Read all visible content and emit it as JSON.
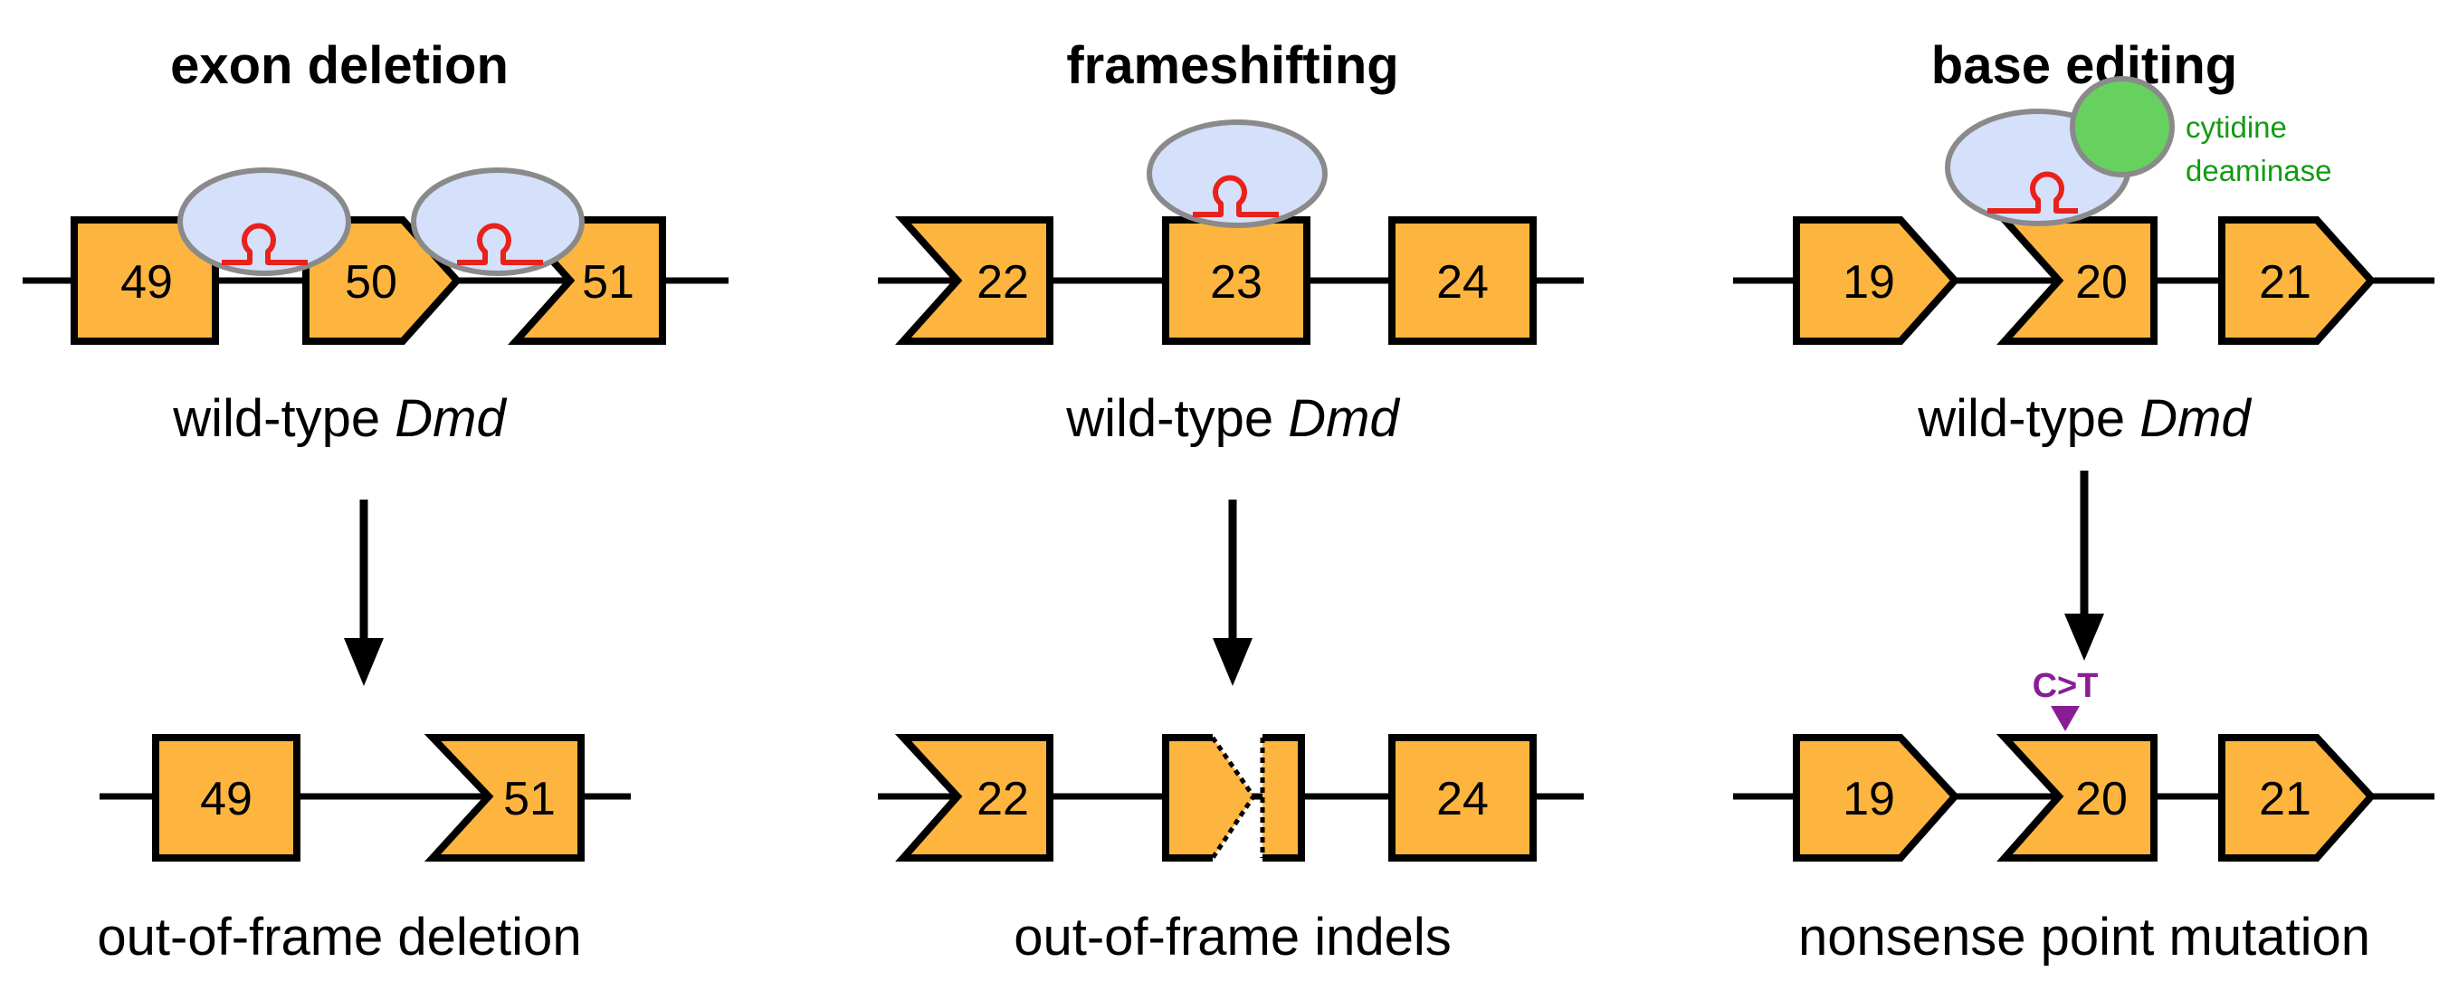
{
  "colors": {
    "exon_fill": "#fdb53f",
    "cas9_fill": "#d5e0fb",
    "guide_rna": "#e8221b",
    "deaminase_fill": "#66d15e",
    "deaminase_text": "#129b12",
    "mutation": "#8a1d96"
  },
  "panels": [
    {
      "title": "exon deletion",
      "top_caption": {
        "plain": "wild-type ",
        "italic": "Dmd"
      },
      "top_exons": [
        "49",
        "50",
        "51"
      ],
      "bottom_exons": [
        "49",
        "51"
      ],
      "bottom_caption": "out-of-frame deletion"
    },
    {
      "title": "frameshifting",
      "top_caption": {
        "plain": "wild-type ",
        "italic": "Dmd"
      },
      "top_exons": [
        "22",
        "23",
        "24"
      ],
      "bottom_exons": [
        "22",
        "",
        "24"
      ],
      "bottom_caption": "out-of-frame indels"
    },
    {
      "title": "base editing",
      "top_caption": {
        "plain": "wild-type ",
        "italic": "Dmd"
      },
      "top_exons": [
        "19",
        "20",
        "21"
      ],
      "bottom_exons": [
        "19",
        "20",
        "21"
      ],
      "bottom_caption": "nonsense point mutation",
      "enzyme_label": [
        "cytidine",
        "deaminase"
      ],
      "mutation_label": "C>T"
    }
  ]
}
